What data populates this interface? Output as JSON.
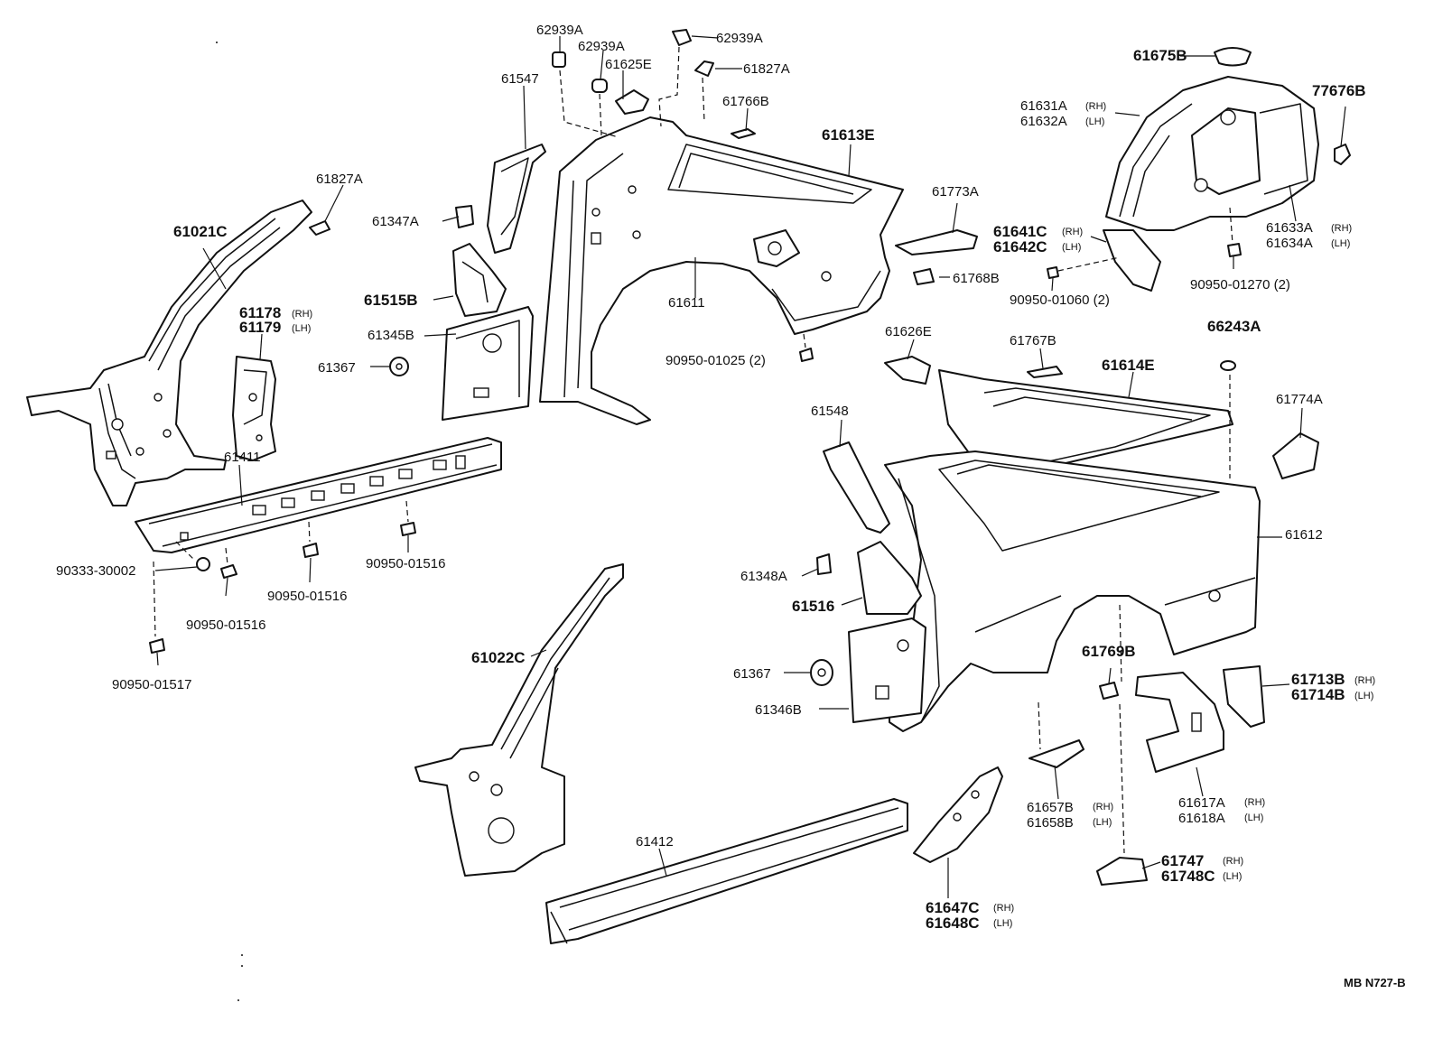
{
  "footer_code": "MB  N727-B",
  "parts": {
    "p62939A_1": "62939A",
    "p62939A_2": "62939A",
    "p62939A_3": "62939A",
    "p61625E": "61625E",
    "p61827A_top": "61827A",
    "p61547": "61547",
    "p61766B": "61766B",
    "p61613E": "61613E",
    "p61827A_left": "61827A",
    "p61021C": "61021C",
    "p61347A": "61347A",
    "p61773A": "61773A",
    "p61178": "61178",
    "p61179": "61179",
    "p61515B": "61515B",
    "p61611": "61611",
    "p61345B": "61345B",
    "p61367_top": "61367",
    "p61768B": "61768B",
    "p90950_01025": "90950-01025 (2)",
    "p61675B": "61675B",
    "p61631A": "61631A",
    "p61632A": "61632A",
    "p77676B": "77676B",
    "p61641C": "61641C",
    "p61642C": "61642C",
    "p61633A": "61633A",
    "p61634A": "61634A",
    "p90950_01060": "90950-01060 (2)",
    "p90950_01270": "90950-01270 (2)",
    "p61626E": "61626E",
    "p61767B": "61767B",
    "p61614E": "61614E",
    "p66243A": "66243A",
    "p61774A": "61774A",
    "p61411": "61411",
    "p61548": "61548",
    "p61612": "61612",
    "p90333_30002": "90333-30002",
    "p90950_01516_a": "90950-01516",
    "p90950_01516_b": "90950-01516",
    "p90950_01516_c": "90950-01516",
    "p90950_01517": "90950-01517",
    "p61348A": "61348A",
    "p61516": "61516",
    "p61022C": "61022C",
    "p61367_bottom": "61367",
    "p61346B": "61346B",
    "p61769B": "61769B",
    "p61713B": "61713B",
    "p61714B": "61714B",
    "p61657B": "61657B",
    "p61658B": "61658B",
    "p61617A": "61617A",
    "p61618A": "61618A",
    "p61412": "61412",
    "p61747": "61747",
    "p61748C": "61748C",
    "p61647C": "61647C",
    "p61648C": "61648C"
  },
  "side_marks": {
    "rh": "(RH)",
    "lh": "(LH)"
  }
}
